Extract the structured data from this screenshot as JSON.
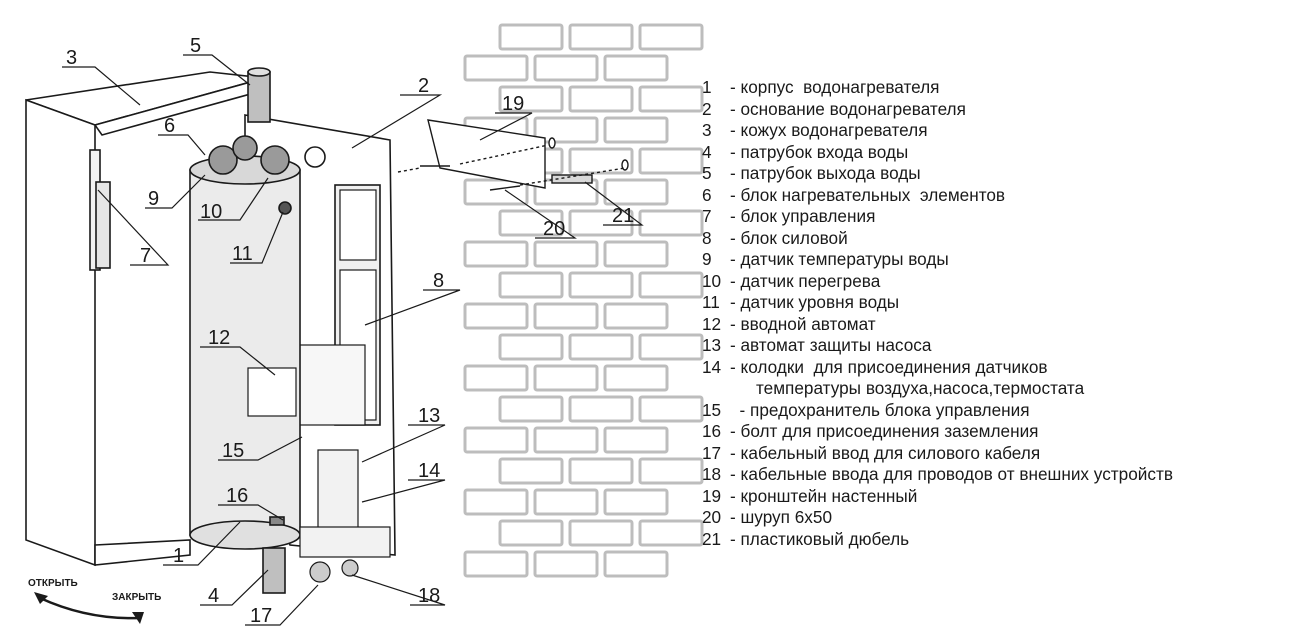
{
  "callouts": {
    "c1": "1",
    "c2": "2",
    "c3": "3",
    "c4": "4",
    "c5": "5",
    "c6": "6",
    "c7": "7",
    "c8": "8",
    "c9": "9",
    "c10": "10",
    "c11": "11",
    "c12": "12",
    "c13": "13",
    "c14": "14",
    "c15": "15",
    "c16": "16",
    "c17": "17",
    "c18": "18",
    "c19": "19",
    "c20": "20",
    "c21": "21"
  },
  "door_directions": {
    "open": "ОТКРЫТЬ",
    "close": "ЗАКРЫТЬ"
  },
  "legend": [
    {
      "num": "1",
      "text": "- корпус  водонагревателя"
    },
    {
      "num": "2",
      "text": "- основание водонагревателя"
    },
    {
      "num": "3",
      "text": "- кожух водонагревателя"
    },
    {
      "num": "4",
      "text": "- патрубок входа воды"
    },
    {
      "num": "5",
      "text": "- патрубок выхода воды"
    },
    {
      "num": "6",
      "text": "- блок нагревательных  элементов"
    },
    {
      "num": "7",
      "text": "- блок управления"
    },
    {
      "num": "8",
      "text": "- блок силовой"
    },
    {
      "num": "9",
      "text": "- датчик температуры воды"
    },
    {
      "num": "10",
      "text": "- датчик перегрева"
    },
    {
      "num": "11",
      "text": "- датчик уровня воды"
    },
    {
      "num": "12",
      "text": "- вводной автомат"
    },
    {
      "num": "13",
      "text": "- автомат защиты насоса"
    },
    {
      "num": "14",
      "text": "- колодки  для присоединения датчиков"
    },
    {
      "num": "",
      "text": "температуры воздуха,насоса,термостата"
    },
    {
      "num": "15",
      "text": "  - предохранитель блока управления"
    },
    {
      "num": "16",
      "text": "- болт для присоединения заземления"
    },
    {
      "num": "17",
      "text": "- кабельный ввод для силового кабеля"
    },
    {
      "num": "18",
      "text": "- кабельные ввода для проводов от внешних устройств"
    },
    {
      "num": "19",
      "text": "- кронштейн настенный"
    },
    {
      "num": "20",
      "text": "- шуруп 6х50"
    },
    {
      "num": "21",
      "text": "- пластиковый дюбель"
    }
  ]
}
